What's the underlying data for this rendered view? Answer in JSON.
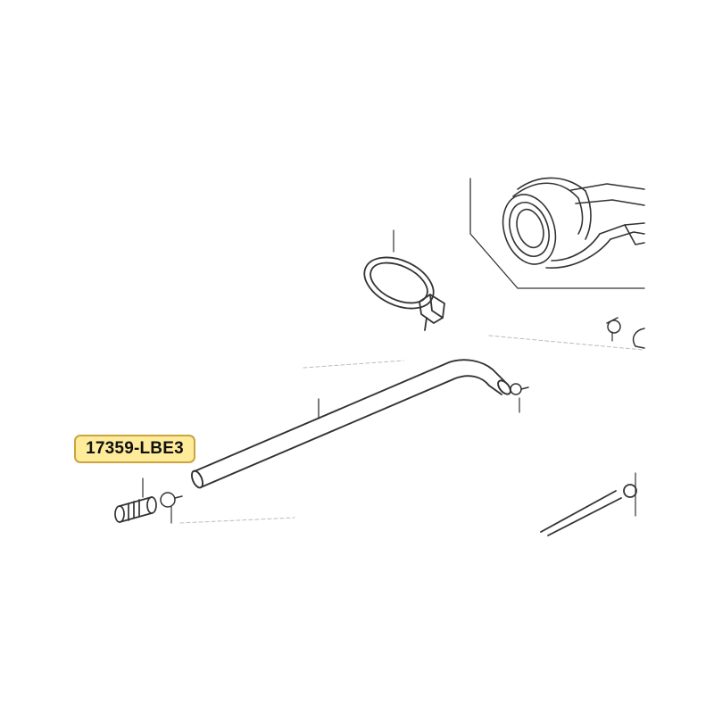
{
  "diagram": {
    "callout": {
      "part_number": "17359-LBE3",
      "highlight_color": "#ffec9a",
      "border_color": "#c9a441"
    },
    "line_color": "#333333",
    "parts": [
      "upper-elbow-hose-assembly",
      "large-band-clamp",
      "long-bent-hose",
      "hose-joint-connector",
      "small-hose-clip",
      "lower-hose"
    ]
  }
}
